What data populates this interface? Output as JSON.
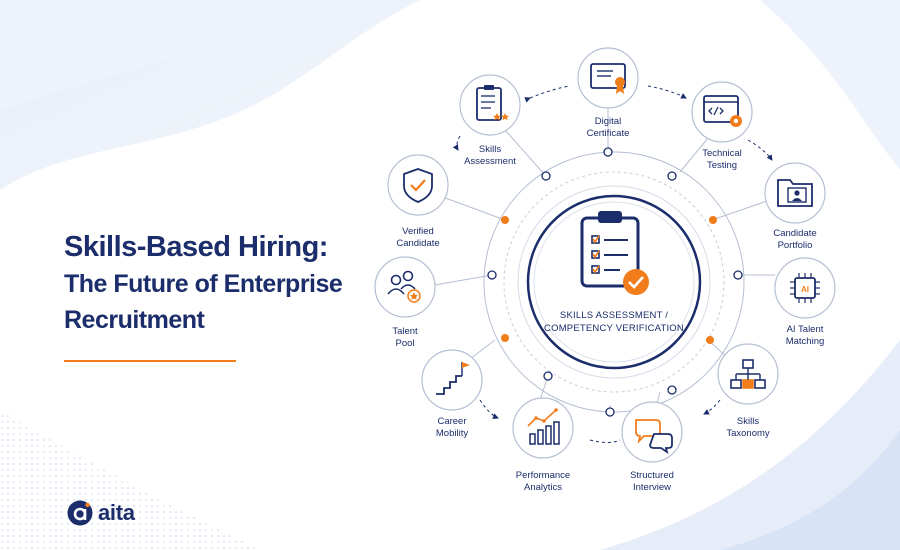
{
  "hero": {
    "title_line1": "Skills-Based Hiring:",
    "title_line2": "The Future of Enterprise",
    "title_line3": "Recruitment"
  },
  "center": {
    "label_line1": "SKILLS ASSESSMENT /",
    "label_line2": "COMPETENCY VERIFICATION"
  },
  "nodes": [
    {
      "id": "digital-certificate",
      "icon": "certificate-icon",
      "line1": "Digital",
      "line2": "Certificate"
    },
    {
      "id": "technical-testing",
      "icon": "code-window-gear-icon",
      "line1": "Technical",
      "line2": "Testing"
    },
    {
      "id": "candidate-portfolio",
      "icon": "folder-user-icon",
      "line1": "Candidate",
      "line2": "Portfolio"
    },
    {
      "id": "ai-talent-matching",
      "icon": "ai-chip-icon",
      "line1": "AI Talent",
      "line2": "Matching"
    },
    {
      "id": "skills-taxonomy",
      "icon": "hierarchy-icon",
      "line1": "Skills",
      "line2": "Taxonomy"
    },
    {
      "id": "structured-interview",
      "icon": "chat-bubbles-icon",
      "line1": "Structured",
      "line2": "Interview"
    },
    {
      "id": "performance-analytics",
      "icon": "bar-chart-icon",
      "line1": "Performance",
      "line2": "Analytics"
    },
    {
      "id": "career-mobility",
      "icon": "stairs-flag-icon",
      "line1": "Career",
      "line2": "Mobility"
    },
    {
      "id": "talent-pool",
      "icon": "people-star-icon",
      "line1": "Talent",
      "line2": "Pool"
    },
    {
      "id": "verified-candidate",
      "icon": "shield-check-icon",
      "line1": "Verified",
      "line2": "Candidate"
    },
    {
      "id": "skills-assessment",
      "icon": "clipboard-stars-icon",
      "line1": "Skills",
      "line2": "Assessment"
    }
  ],
  "logo": {
    "text": "aita"
  },
  "colors": {
    "navy": "#1b2d6b",
    "orange": "#f07d1a",
    "ring": "#9aa6be"
  }
}
